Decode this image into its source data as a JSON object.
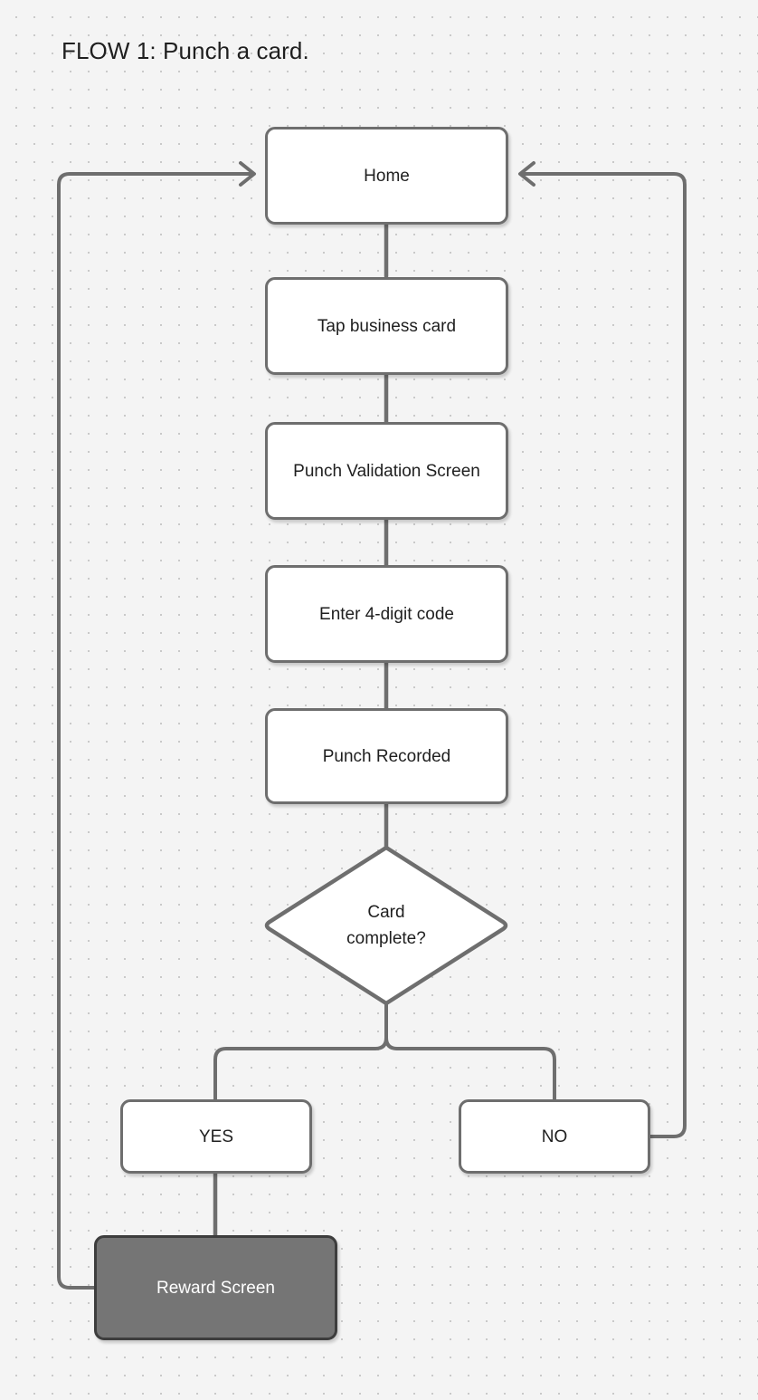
{
  "diagram": {
    "title": "FLOW 1: Punch a card.",
    "background_color": "#f4f4f4",
    "dot_color": "#c9c9c9",
    "stroke_color": "#6e6e6e",
    "node_fill": "#ffffff",
    "highlight_fill": "#757575",
    "highlight_text": "#ffffff",
    "text_color": "#1f1f1f"
  },
  "nodes": [
    {
      "id": "home",
      "label": "Home",
      "shape": "rounded-rect",
      "style": "outline"
    },
    {
      "id": "tap",
      "label": "Tap business card",
      "shape": "rounded-rect",
      "style": "outline"
    },
    {
      "id": "validation",
      "label": "Punch Validation Screen",
      "shape": "rounded-rect",
      "style": "outline"
    },
    {
      "id": "code",
      "label": "Enter 4-digit code",
      "shape": "rounded-rect",
      "style": "outline"
    },
    {
      "id": "recorded",
      "label": "Punch Recorded",
      "shape": "rounded-rect",
      "style": "outline"
    },
    {
      "id": "decision",
      "label": "Card\ncomplete?",
      "shape": "diamond",
      "style": "outline"
    },
    {
      "id": "yes",
      "label": "YES",
      "shape": "rounded-rect",
      "style": "outline"
    },
    {
      "id": "no",
      "label": "NO",
      "shape": "rounded-rect",
      "style": "outline"
    },
    {
      "id": "reward",
      "label": "Reward Screen",
      "shape": "rounded-rect",
      "style": "filled"
    }
  ],
  "edges": [
    {
      "from": "home",
      "to": "tap",
      "kind": "straight"
    },
    {
      "from": "tap",
      "to": "validation",
      "kind": "straight"
    },
    {
      "from": "validation",
      "to": "code",
      "kind": "straight"
    },
    {
      "from": "code",
      "to": "recorded",
      "kind": "straight"
    },
    {
      "from": "recorded",
      "to": "decision",
      "kind": "straight"
    },
    {
      "from": "decision",
      "to": "yes",
      "kind": "branch-left"
    },
    {
      "from": "decision",
      "to": "no",
      "kind": "branch-right"
    },
    {
      "from": "yes",
      "to": "reward",
      "kind": "straight"
    },
    {
      "from": "reward",
      "to": "home",
      "kind": "loop-left",
      "arrow": true
    },
    {
      "from": "no",
      "to": "home",
      "kind": "loop-right",
      "arrow": true
    }
  ]
}
